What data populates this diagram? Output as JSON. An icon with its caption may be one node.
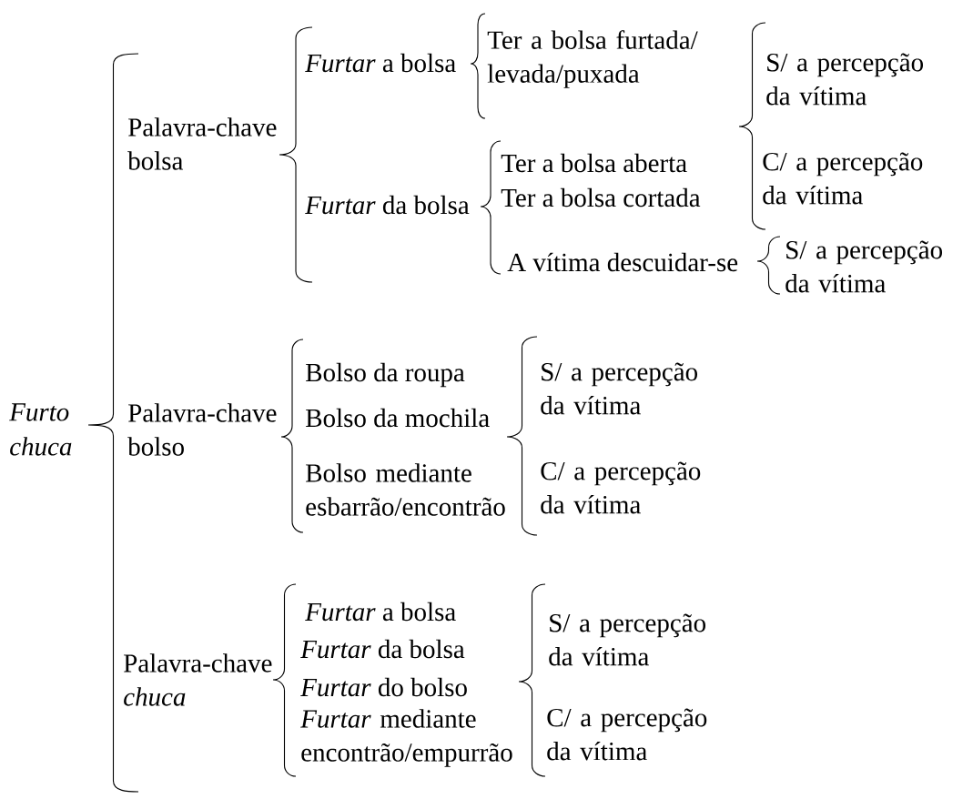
{
  "diagram": {
    "labels": [
      "Furto chuca",
      "Palavra-chave bolsa",
      "*Furtar* a bolsa",
      "Ter a bolsa furtada/ levada/puxada",
      "S/ a percepção da vítima",
      "*Furtar* da bolsa",
      "Ter a bolsa aberta",
      "Ter a bolsa cortada",
      "C/ a percepção da vítima",
      "A vítima descuidar-se",
      "S/ a percepção da vítima",
      "Palavra-chave bolso",
      "Bolso da roupa",
      "Bolso da mochila",
      "Bolso mediante esbarrão/encontrão",
      "S/ a percepção da vítima",
      "C/ a percepção da vítima",
      "Palavra-chave *chuca*",
      "*Furtar* a bolsa",
      "*Furtar* da bolsa",
      "*Furtar* do bolso",
      "*Furtar* mediante encontrão/empurrão",
      "S/ a percepção da vítima",
      "C/ a percepção da vítima"
    ]
  }
}
